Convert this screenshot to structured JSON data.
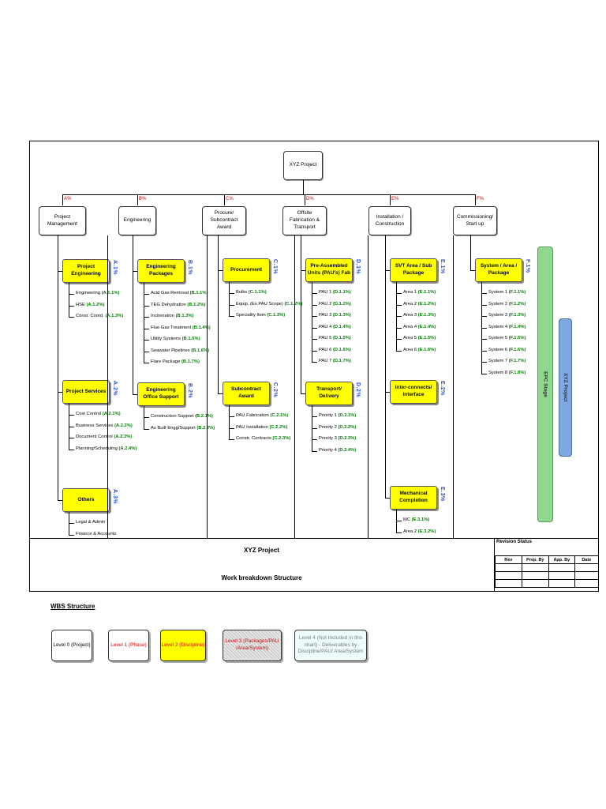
{
  "root": "XYZ Project",
  "columns": [
    {
      "pct": "A%",
      "l1": "Project Management",
      "groups": [
        {
          "label": "Project Engineering",
          "code": "A.1%",
          "items": [
            [
              "Engineering ",
              "(A.1.1%)"
            ],
            [
              "HSE ",
              "(A.1.2%)"
            ],
            [
              "Const. Coord. ",
              "(A.1.3%)"
            ]
          ]
        },
        {
          "label": "Project Services",
          "code": "A.2%",
          "items": [
            [
              "Cost Control ",
              "(A.2.1%)"
            ],
            [
              "Business Services ",
              "(A.2.2%)"
            ],
            [
              "Document Control ",
              "(A.2.3%)"
            ],
            [
              "Planning/Scheduling ",
              "(A.2.4%)"
            ]
          ]
        },
        {
          "label": "Others",
          "code": "A.3%",
          "items": [
            [
              "Legal & Admin",
              ""
            ],
            [
              "Finance & Accounts",
              ""
            ]
          ]
        }
      ]
    },
    {
      "pct": "B%",
      "l1": "Engineering",
      "groups": [
        {
          "label": "Engineering Packages",
          "code": "B.1%",
          "items": [
            [
              "Acid Gas  Removal ",
              "(B.1.1%)"
            ],
            [
              "TEG Dehydration ",
              "(B.1.2%)"
            ],
            [
              "Incineration ",
              "(B.1.3%)"
            ],
            [
              "Flue Gas Treatment ",
              "(B.1.4%)"
            ],
            [
              "Utility Systems ",
              "(B.1.5%)"
            ],
            [
              "Seawater Pipelines ",
              "(B.1.6%)"
            ],
            [
              "Flare Package ",
              "(B.1.7%)"
            ]
          ]
        },
        {
          "label": "Engineering Office Support",
          "code": "B.2%",
          "items": [
            [
              "Construction Support ",
              "(B.2.1%)"
            ],
            [
              "As Built Engg/Support ",
              "(B.2.2%)"
            ]
          ]
        }
      ]
    },
    {
      "pct": "C%",
      "l1": "Procure/ Subcontract Award",
      "groups": [
        {
          "label": "Procurement",
          "code": "C.1%",
          "items": [
            [
              "Bulks ",
              "(C.1.1%)"
            ],
            [
              "Equip. (Ex.PAU Scope) ",
              "(C.1.2%)"
            ],
            [
              "Speciality Item ",
              "(C.1.3%)"
            ]
          ]
        },
        {
          "label": "Subcontract Award",
          "code": "C.2%",
          "items": [
            [
              "PAU Fabrication ",
              "(C.2.1%)"
            ],
            [
              "PAU Installation ",
              "(C.2.2%)"
            ],
            [
              "Constr. Contracts ",
              "(C.2.3%)"
            ]
          ]
        }
      ]
    },
    {
      "pct": "D%",
      "l1": "Offsite Fabrication & Transport",
      "groups": [
        {
          "label": "Pre-Assembled Units (PAU's) Fab",
          "code": "D.1%",
          "items": [
            [
              "PAU 1 ",
              "(D.1.1%)"
            ],
            [
              "PAU 2 ",
              "(D.1.2%)"
            ],
            [
              "PAU 3 ",
              "(D.1.3%)"
            ],
            [
              "PAU 4 ",
              "(D.1.4%)"
            ],
            [
              "PAU 5 ",
              "(D.1.5%)"
            ],
            [
              "PAU 6 ",
              "(D.1.6%)"
            ],
            [
              "PAU 7 ",
              "(D.1.7%)"
            ]
          ]
        },
        {
          "label": "Transport/ Delivery",
          "code": "D.2%",
          "items": [
            [
              "Priority 1 ",
              "(D.2.1%)"
            ],
            [
              "Priority 2 ",
              "(D.2.2%)"
            ],
            [
              "Priority 3 ",
              "(D.2.3%)"
            ],
            [
              "Priority 4 ",
              "(D.2.4%)"
            ]
          ]
        }
      ]
    },
    {
      "pct": "E%",
      "l1": "Installation / Construction",
      "groups": [
        {
          "label": "SVT Area / Sub Package",
          "code": "E.1%",
          "items": [
            [
              "Area 1 ",
              "(E.1.1%)"
            ],
            [
              "Area 2 ",
              "(E.1.2%)"
            ],
            [
              "Area 3 ",
              "(E.1.3%)"
            ],
            [
              "Area 4 ",
              "(E.1.4%)"
            ],
            [
              "Area 5 ",
              "(E.1.5%)"
            ],
            [
              "Area 6 ",
              "(E.1.6%)"
            ]
          ]
        },
        {
          "label": "Inter-connects/ Interface",
          "code": "E.2%",
          "items": []
        },
        {
          "label": "Mechanical Completion",
          "code": "E.3%",
          "items": [
            [
              "MC ",
              "(E.3.1%)"
            ],
            [
              "Area 2 ",
              "(E.3.2%)"
            ]
          ]
        }
      ]
    },
    {
      "pct": "F%",
      "l1": "Commissioning/ Start up",
      "groups": [
        {
          "label": "System / Area / Package",
          "code": "F.1%",
          "items": [
            [
              "System 1 ",
              "(F.1.1%)"
            ],
            [
              "System 2 ",
              "(F.1.2%)"
            ],
            [
              "System 3 ",
              "(F.1.3%)"
            ],
            [
              "System 4 ",
              "(F.1.4%)"
            ],
            [
              "System 5 ",
              "(F.1.5%)"
            ],
            [
              "System 6 ",
              "(F.1.6%)"
            ],
            [
              "System 7 ",
              "(F.1.7%)"
            ],
            [
              "System 8 ",
              "(F.1.8%)"
            ]
          ]
        }
      ]
    }
  ],
  "side_bars": {
    "epc": "EPC Stage",
    "project": "XYZ Project"
  },
  "title_block": {
    "project": "XYZ Project",
    "subtitle": "Work breakdown Structure",
    "revision_status": "Revision Status",
    "rev_headers": [
      "Rev",
      "Prep. By",
      "App. By",
      "Date"
    ]
  },
  "legend": {
    "heading": "WBS Structure",
    "items": [
      "Level 0 (Project)",
      "Level 1 (Phase)",
      "Level 2 (Discipline)",
      "Level 3 (Packages/PAU /Area/System)",
      "Level 4 (Not Included in this chart) - Deliverables by Discipline/PAU/ Area/System"
    ]
  },
  "colors": {
    "level2": "#ffff00",
    "code": "#2a4fd8",
    "pct": "#c00000",
    "item_code": "#008000",
    "epc_bar": "#90d890",
    "project_bar": "#7fa8e0"
  }
}
